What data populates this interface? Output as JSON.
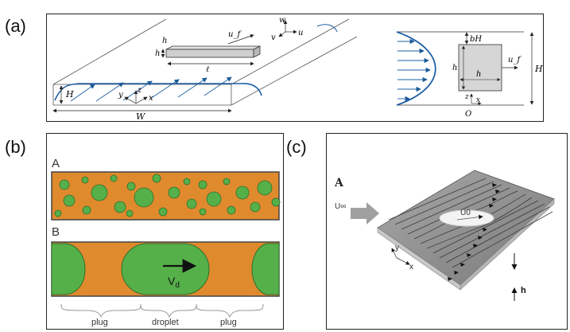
{
  "panels": {
    "a": {
      "tag": "(a)",
      "left": {
        "flow_velocity": "u_f",
        "h_top": "h",
        "h_side": "h",
        "length": "ℓ",
        "axis_w": "w",
        "axis_v": "v",
        "axis_u": "u",
        "height": "H",
        "axis_y": "y",
        "axis_z": "z",
        "axis_x": "x",
        "width": "W"
      },
      "right": {
        "bH": "bH",
        "H": "H",
        "h_vertical": "h",
        "h_horizontal": "h",
        "flow_velocity": "u_f",
        "axis_z": "z",
        "axis_x": "x",
        "origin": "O"
      }
    },
    "b": {
      "tag": "(b)",
      "label_A": "A",
      "label_B": "B",
      "velocity": "V",
      "velocity_sub": "d",
      "bracket_labels": [
        "plug",
        "droplet",
        "plug"
      ],
      "colors": {
        "carrier": "#e08a2e",
        "droplet": "#56b04a"
      }
    },
    "c": {
      "tag": "(c)",
      "label_A": "A",
      "u_inf": "U∞",
      "u_0": "U0",
      "axis_y": "y",
      "axis_x": "x",
      "h": "h"
    }
  }
}
